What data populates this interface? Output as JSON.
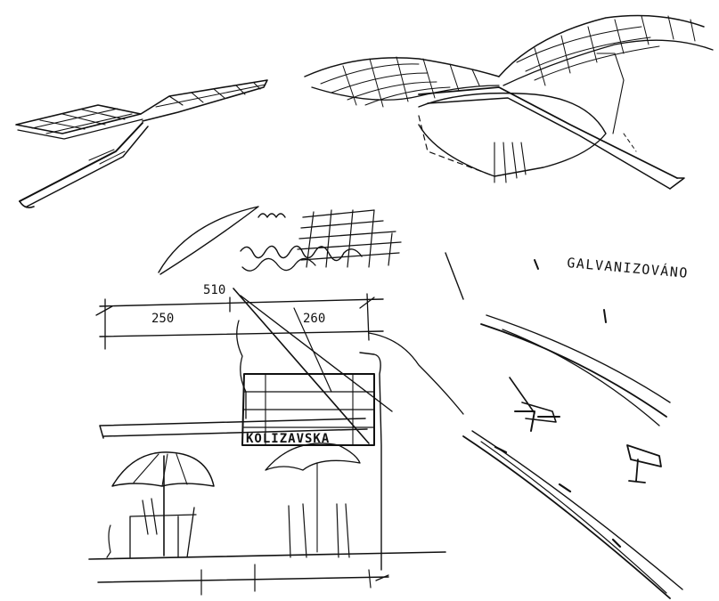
{
  "annotations": {
    "material_note": "GALVANIZOVÁNO",
    "dim_left": "250",
    "dim_right": "260",
    "dim_top": "510",
    "sign_text": "KOLIZAVSKA"
  },
  "colors": {
    "ink": "#111111",
    "paper": "#ffffff"
  }
}
